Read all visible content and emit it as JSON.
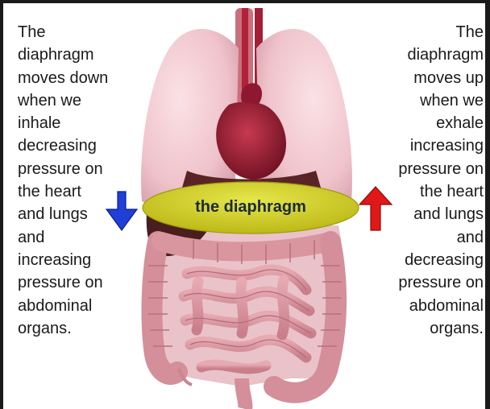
{
  "left_caption": "The\ndiaphragm\nmoves down\nwhen we\ninhale\ndecreasing\npressure on\nthe heart\nand lungs\nand\nincreasing\npressure on\nabdominal\norgans.",
  "right_caption": "The\ndiaphragm\nmoves up\nwhen we\nexhale\nincreasing\npressure on\nthe heart\nand lungs\nand\ndecreasing\npressure on\nabdominal\norgans.",
  "diaphragm_label": "the diaphragm",
  "colors": {
    "diaphragm": "#d8d81e",
    "down_arrow": "#1f3fd6",
    "up_arrow": "#e01818",
    "lungs": "#f2c9cf",
    "heart": "#9c1f36",
    "intestines": "#d9919c"
  },
  "icons": {
    "down_arrow": "arrow-down-icon",
    "up_arrow": "arrow-up-icon"
  }
}
